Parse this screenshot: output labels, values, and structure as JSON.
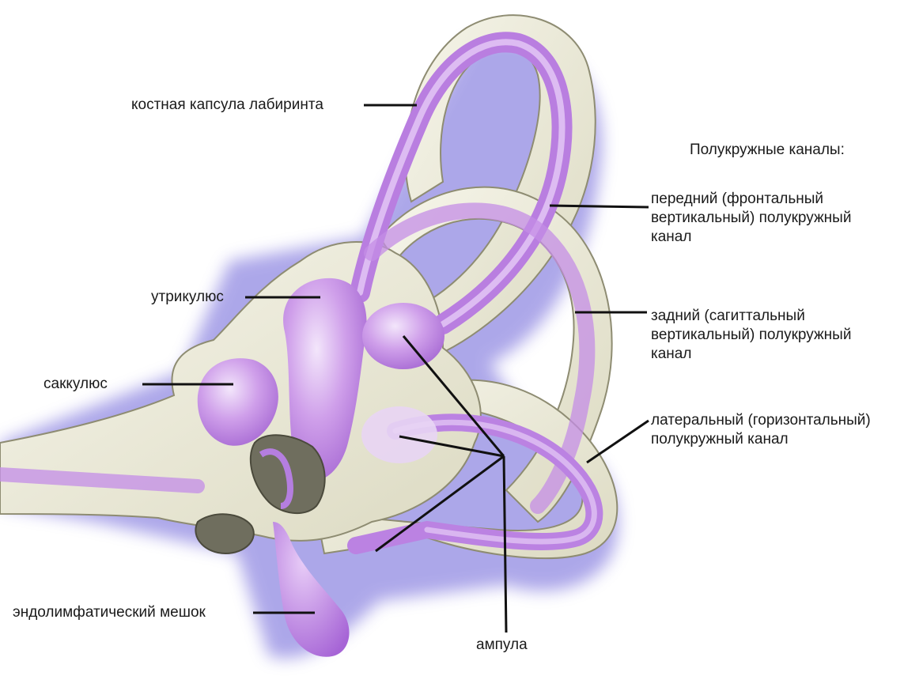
{
  "diagram": {
    "colors": {
      "bone": "#ecebda",
      "bone_edge": "#8e8c72",
      "membrane": "#c99be6",
      "membrane_light": "#ead6f6",
      "membrane_dark": "#a56fd0",
      "shadow": "#7a6fd6",
      "cavity": "#6f6e5e",
      "leader": "#111111"
    },
    "labels": {
      "bony_capsule": "костная капсула лабиринта",
      "semicircular_title": "Полукружные каналы:",
      "anterior": [
        "передний (фронтальный",
        "вертикальный) полукружный",
        "канал"
      ],
      "posterior": [
        "задний (сагиттальный",
        "вертикальный) полукружный",
        "канал"
      ],
      "lateral": [
        "латеральный (горизонтальный)",
        "полукружный канал"
      ],
      "utricle": "утрикулюс",
      "saccule": "саккулюс",
      "endolymphatic_sac": "эндолимфатический мешок",
      "ampulla": "ампула"
    }
  }
}
